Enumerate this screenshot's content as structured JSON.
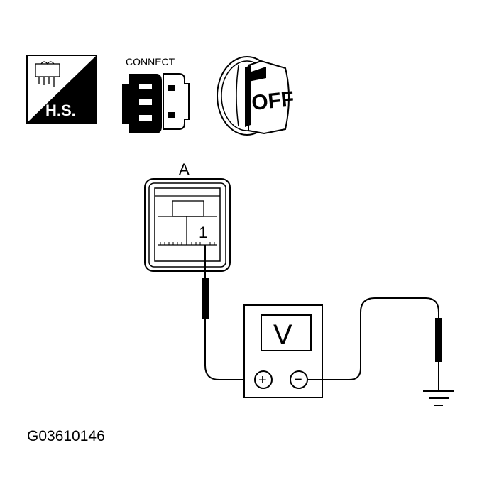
{
  "icons": {
    "harness_side_label": "H.S.",
    "connect_label": "CONNECT",
    "ignition_label": "OFF"
  },
  "connector": {
    "letter": "A",
    "terminal": "1"
  },
  "meter": {
    "display": "V",
    "plus_symbol": "+",
    "minus_symbol": "−"
  },
  "figure_id": "G03610146"
}
